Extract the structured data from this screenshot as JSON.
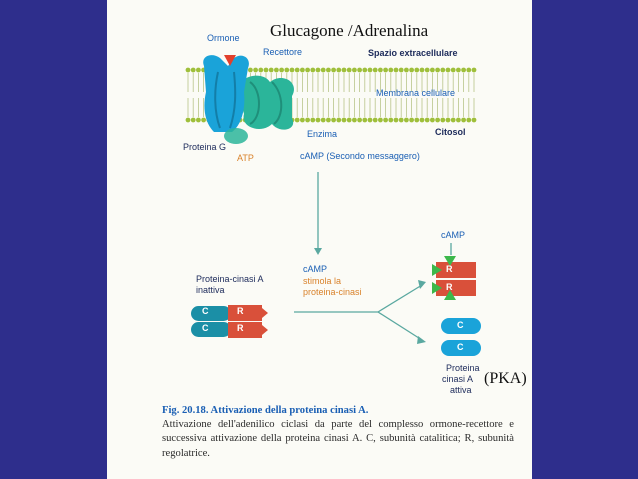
{
  "slide": {
    "title": "Glucagone /Adrenalina",
    "pka_label": "(PKA)"
  },
  "diagram": {
    "ormone": "Ormone",
    "recettore": "Recettore",
    "spazio_extracellulare": "Spazio extracellulare",
    "membrana_cellulare": "Membrana cellulare",
    "enzima": "Enzima",
    "citosol": "Citosol",
    "proteina_g": "Proteina G",
    "atp": "ATP",
    "camp_secondo": "cAMP (Secondo messaggero)",
    "pka_inactive_line1": "Proteina-cinasi A",
    "pka_inactive_line2": "inattiva",
    "camp_mid": "cAMP",
    "stimola_line1": "stimola la",
    "stimola_line2": "proteina-cinasi",
    "camp_top_right": "cAMP",
    "subunit_c": "C",
    "subunit_r": "R",
    "pka_active_line1": "Proteina",
    "pka_active_line2": "cinasi A",
    "pka_active_line3": "attiva"
  },
  "caption": {
    "title": "Fig. 20.18. Attivazione della proteina cinasi A.",
    "body": "Attivazione dell'adenilico ciclasi da parte del complesso ormone-recettore e successiva attivazione della proteina cinasi A. C, subunità catalitica; R, subunità regolatrice."
  },
  "colors": {
    "background": "#2e2e8c",
    "panel": "#fbfbf6",
    "receptor": "#1aa3d9",
    "enzyme": "#2bb59a",
    "membrane_head": "#9fbf3b",
    "catalytic": "#1b8fa6",
    "regulatory": "#d9503a",
    "camp_triangle": "#3cb84a",
    "hormone": "#e2402c",
    "arrow": "#5aa8a0"
  }
}
